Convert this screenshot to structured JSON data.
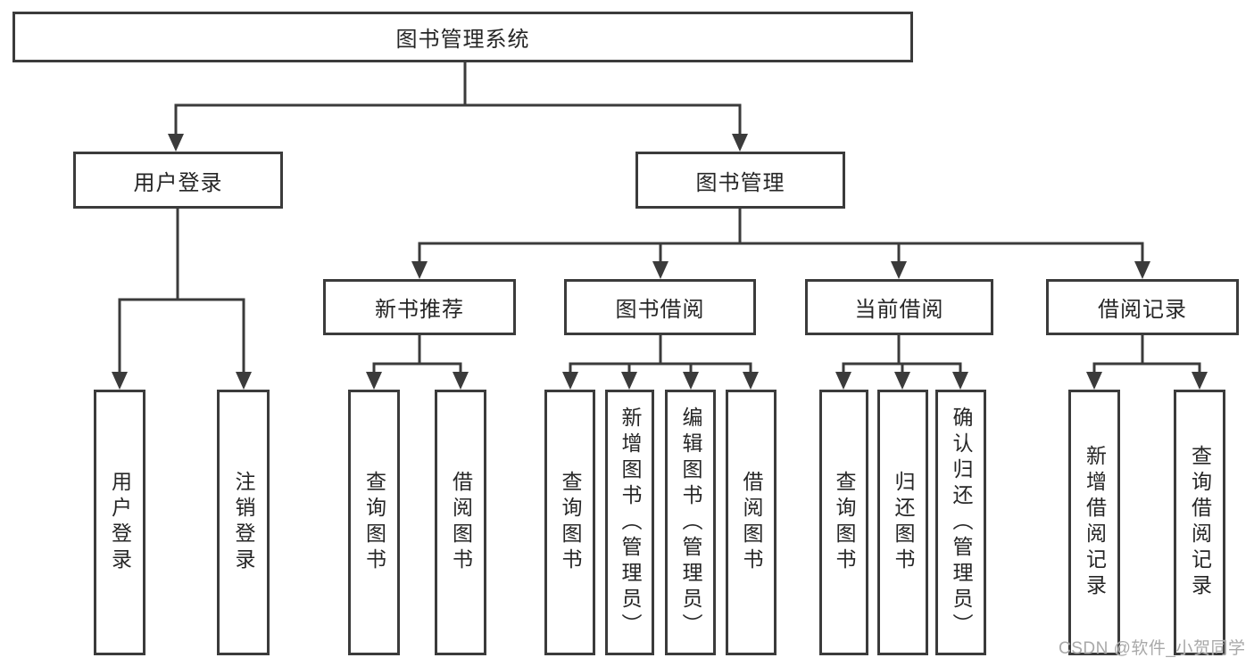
{
  "diagram": {
    "root": {
      "label": "图书管理系统"
    },
    "branches": [
      {
        "label": "用户登录",
        "children": [
          {
            "label": "用户登录"
          },
          {
            "label": "注销登录"
          }
        ]
      },
      {
        "label": "图书管理",
        "children": [
          {
            "label": "新书推荐",
            "children": [
              {
                "label": "查询图书"
              },
              {
                "label": "借阅图书"
              }
            ]
          },
          {
            "label": "图书借阅",
            "children": [
              {
                "label": "查询图书"
              },
              {
                "label": "新增图书（管理员）"
              },
              {
                "label": "编辑图书（管理员）"
              },
              {
                "label": "借阅图书"
              }
            ]
          },
          {
            "label": "当前借阅",
            "children": [
              {
                "label": "查询图书"
              },
              {
                "label": "归还图书"
              },
              {
                "label": "确认归还（管理员）"
              }
            ]
          },
          {
            "label": "借阅记录",
            "children": [
              {
                "label": "新增借阅记录"
              },
              {
                "label": "查询借阅记录"
              }
            ]
          }
        ]
      }
    ]
  },
  "watermark": {
    "text": "CSDN @软件_小贺同学"
  },
  "colors": {
    "line": "#3b3b3b",
    "text": "#262626",
    "background": "#ffffff"
  }
}
